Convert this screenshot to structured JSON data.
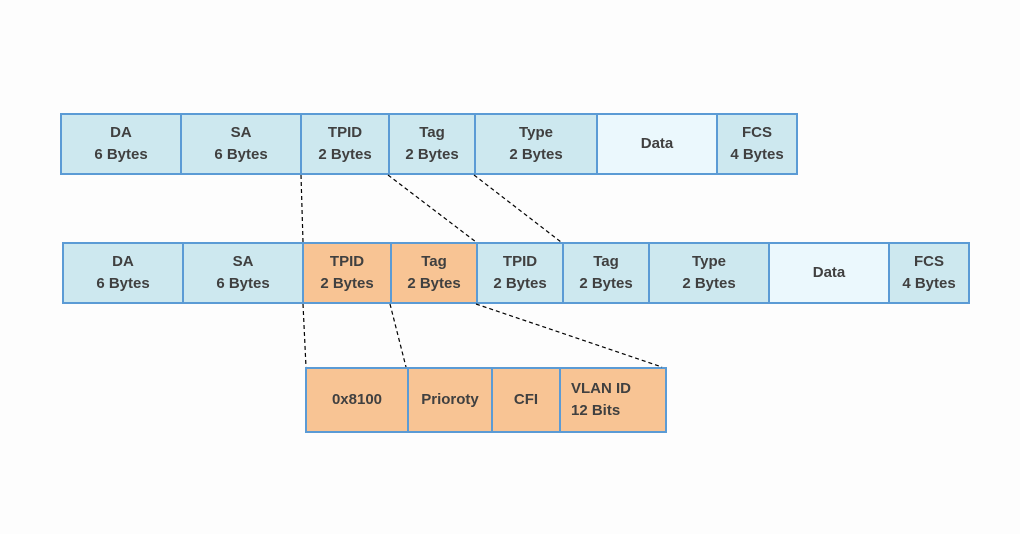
{
  "frame_untagged": {
    "fields": [
      {
        "name": "DA",
        "size": "6 Bytes"
      },
      {
        "name": "SA",
        "size": "6 Bytes"
      },
      {
        "name": "TPID",
        "size": "2 Bytes"
      },
      {
        "name": "Tag",
        "size": "2 Bytes"
      },
      {
        "name": "Type",
        "size": "2 Bytes"
      },
      {
        "name": "Data"
      },
      {
        "name": "FCS",
        "size": "4 Bytes"
      }
    ]
  },
  "frame_double_tagged": {
    "fields": [
      {
        "name": "DA",
        "size": "6 Bytes"
      },
      {
        "name": "SA",
        "size": "6 Bytes"
      },
      {
        "name": "TPID",
        "size": "2 Bytes"
      },
      {
        "name": "Tag",
        "size": "2 Bytes"
      },
      {
        "name": "TPID",
        "size": "2 Bytes"
      },
      {
        "name": "Tag",
        "size": "2 Bytes"
      },
      {
        "name": "Type",
        "size": "2 Bytes"
      },
      {
        "name": "Data"
      },
      {
        "name": "FCS",
        "size": "4 Bytes"
      }
    ]
  },
  "tag_detail": {
    "fields": [
      {
        "name": "0x8100"
      },
      {
        "name": "Prioroty"
      },
      {
        "name": "CFI"
      },
      {
        "name": "VLAN ID",
        "size": "12 Bits"
      }
    ]
  },
  "colors": {
    "border": "#5b9bd5",
    "field_fill": "#cde8ef",
    "data_fill": "#ebf8fd",
    "inserted_fill": "#f8c494",
    "text": "#404040"
  }
}
